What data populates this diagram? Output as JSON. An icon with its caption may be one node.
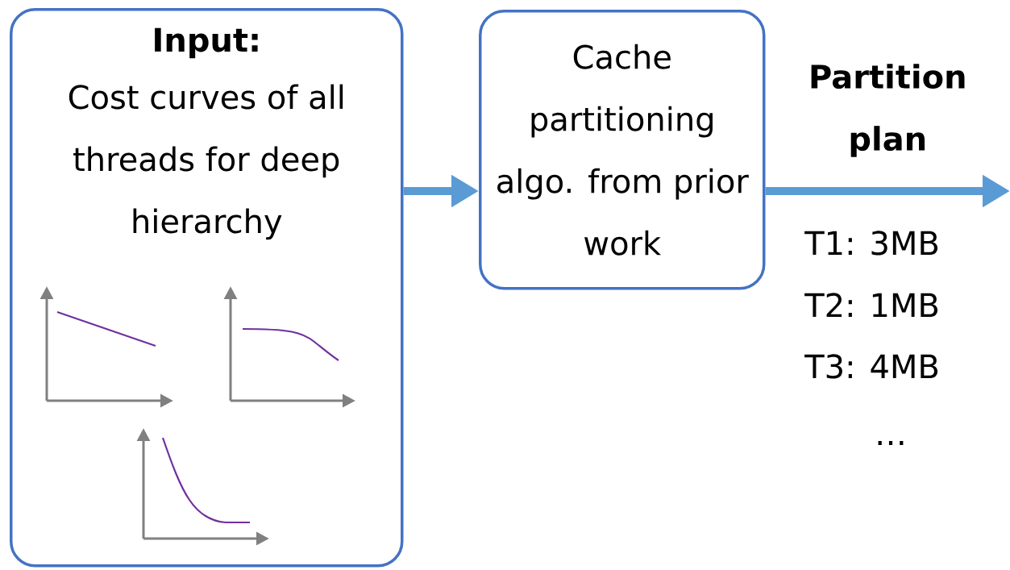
{
  "diagram": {
    "nodes": [
      {
        "text": [
          "Input:",
          "Cost curves of all threads for deep hierarchy"
        ]
      },
      {
        "text": [
          "Cache partitioning algo. from prior work"
        ]
      }
    ],
    "edges": [
      {
        "from": 0,
        "to": 1,
        "arrow": "to"
      },
      {
        "from": 1,
        "to": null,
        "arrow": "to",
        "label": "Partition plan"
      }
    ],
    "labels": [
      "T1: 3MB",
      "T2: 1MB",
      "T3: 4MB",
      "…"
    ]
  }
}
